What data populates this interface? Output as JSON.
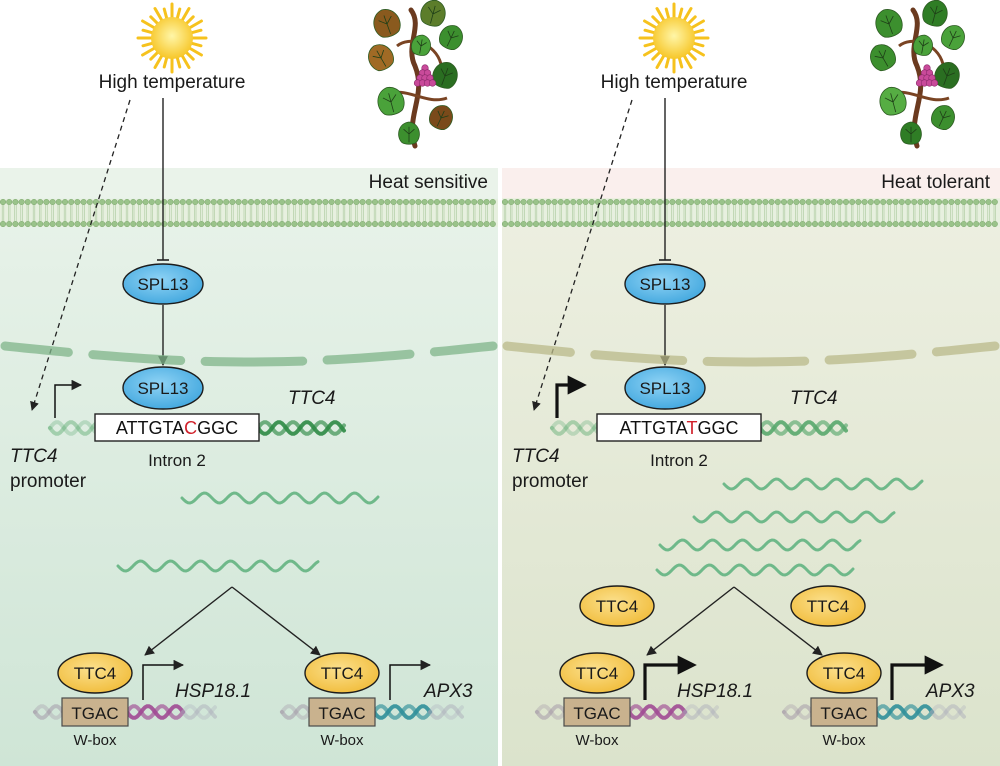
{
  "panels": [
    {
      "id": "sensitive",
      "stress_label": "High temperature",
      "phenotype_label": "Heat sensitive",
      "receptor_label": "SPL13",
      "nuclear_receptor_label": "SPL13",
      "gene_label": "TTC4",
      "promoter_gene": "TTC4",
      "promoter_word": "promoter",
      "sequence_prefix": "ATTGTA",
      "sequence_snp": "C",
      "sequence_suffix": "GGC",
      "intron_label": "Intron 2",
      "protein_label": "TTC4",
      "box_label": "TGAC",
      "wbox_label": "W-box",
      "target_genes": [
        "HSP18.1",
        "APX3"
      ]
    },
    {
      "id": "tolerant",
      "stress_label": "High temperature",
      "phenotype_label": "Heat tolerant",
      "receptor_label": "SPL13",
      "nuclear_receptor_label": "SPL13",
      "gene_label": "TTC4",
      "promoter_gene": "TTC4",
      "promoter_word": "promoter",
      "sequence_prefix": "ATTGTA",
      "sequence_snp": "T",
      "sequence_suffix": "GGC",
      "intron_label": "Intron 2",
      "protein_label": "TTC4",
      "box_label": "TGAC",
      "wbox_label": "W-box",
      "target_genes": [
        "HSP18.1",
        "APX3"
      ]
    }
  ],
  "colors": {
    "sensitive_bg": "#dcebdf",
    "tolerant_bg": "#e4e8d8",
    "receptor_fill": "#5bb6e6",
    "protein_fill": "#f4c44e",
    "snp_red": "#d0202a",
    "mrna_green": "#6fb98a",
    "hsp_purple": "#a04a93",
    "apx_teal": "#2f8f9a"
  },
  "icons": [
    "sun-icon",
    "grape-vine-icon"
  ]
}
